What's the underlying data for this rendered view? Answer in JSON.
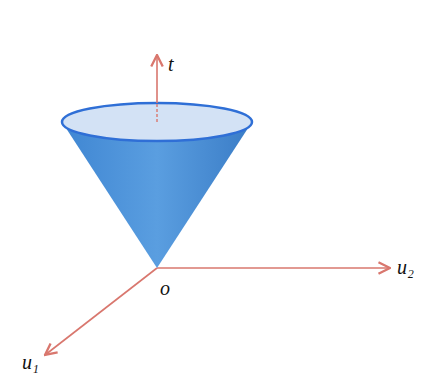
{
  "diagram": {
    "labels": [
      "t",
      "u₂",
      "u₁",
      "o"
    ]
  }
}
